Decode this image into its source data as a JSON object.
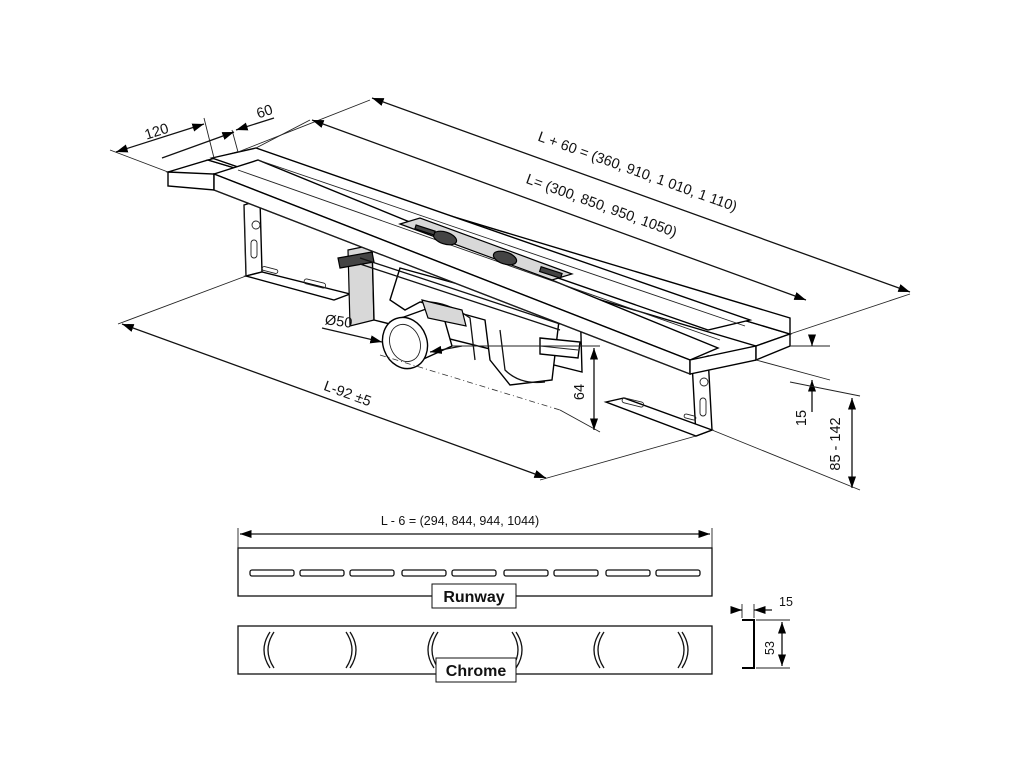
{
  "dimensions": {
    "width_total": "120",
    "flange": "60",
    "length_total": "L + 60 = (360, 910, 1 010, 1 110)",
    "length": "L= (300, 850, 950, 1050)",
    "outlet_diameter": "Ø50",
    "mount_length": "L-92 ±5",
    "outlet_height": "64",
    "rim_height": "15",
    "install_height": "85 - 142",
    "grate_length": "L - 6 = (294, 844, 944, 1044)",
    "profile_width": "15",
    "profile_height": "53"
  },
  "grates": [
    {
      "name": "Runway"
    },
    {
      "name": "Chrome"
    }
  ]
}
